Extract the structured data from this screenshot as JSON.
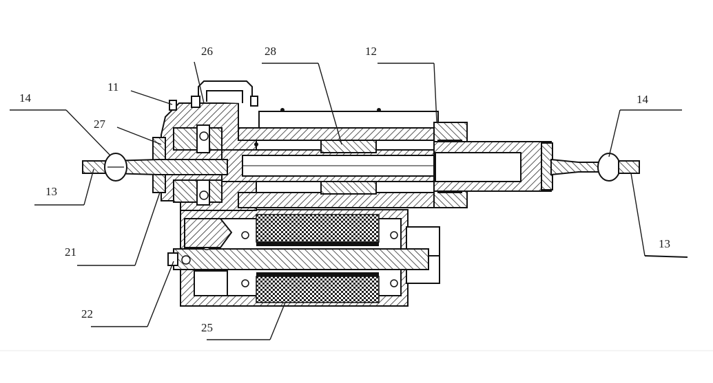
{
  "diagram": {
    "colors": {
      "ink": "#111111",
      "paper": "#ffffff",
      "hatch": "#2a2a2a",
      "coil": "#222222"
    },
    "labels": [
      {
        "id": "l14a",
        "text": "14"
      },
      {
        "id": "l27",
        "text": "27"
      },
      {
        "id": "l11",
        "text": "11"
      },
      {
        "id": "l26",
        "text": "26"
      },
      {
        "id": "l28",
        "text": "28"
      },
      {
        "id": "l12",
        "text": "12"
      },
      {
        "id": "l14b",
        "text": "14"
      },
      {
        "id": "l13a",
        "text": "13"
      },
      {
        "id": "l21",
        "text": "21"
      },
      {
        "id": "l13b",
        "text": "13"
      },
      {
        "id": "l22",
        "text": "22"
      },
      {
        "id": "l25",
        "text": "25"
      }
    ]
  }
}
